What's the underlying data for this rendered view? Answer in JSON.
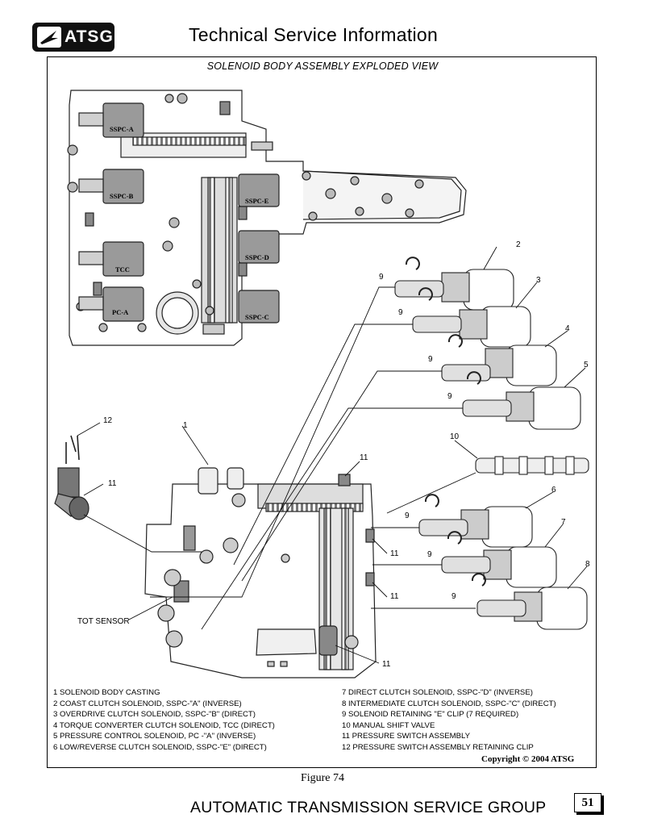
{
  "header": {
    "logo_text": "ATSG",
    "title": "Technical Service Information"
  },
  "figure_title": "SOLENOID BODY ASSEMBLY EXPLODED VIEW",
  "solenoid_labels": {
    "sspc_a": "SSPC-A",
    "sspc_b": "SSPC-B",
    "tcc": "TCC",
    "pc_a": "PC-A",
    "sspc_e": "SSPC-E",
    "sspc_d": "SSPC-D",
    "sspc_c": "SSPC-C"
  },
  "callouts": {
    "c1": "1",
    "c2": "2",
    "c3": "3",
    "c4": "4",
    "c5": "5",
    "c6": "6",
    "c7": "7",
    "c8": "8",
    "c9": "9",
    "c10": "10",
    "c11": "11",
    "c12": "12",
    "tot_sensor": "TOT SENSOR"
  },
  "legend_left": [
    "1  SOLENOID BODY CASTING",
    "2  COAST CLUTCH SOLENOID, SSPC-\"A\"  (INVERSE)",
    "3  OVERDRIVE CLUTCH SOLENOID, SSPC-\"B\"  (DIRECT)",
    "4  TORQUE CONVERTER CLUTCH SOLENOID, TCC  (DIRECT)",
    "5  PRESSURE CONTROL SOLENOID, PC -\"A\"  (INVERSE)",
    "6  LOW/REVERSE CLUTCH SOLENOID, SSPC-\"E\"  (DIRECT)"
  ],
  "legend_right": [
    "7  DIRECT CLUTCH SOLENOID, SSPC-\"D\"  (INVERSE)",
    "8  INTERMEDIATE CLUTCH SOLENOID, SSPC-\"C\"  (DIRECT)",
    "9  SOLENOID RETAINING \"E\" CLIP  (7 REQUIRED)",
    "10  MANUAL SHIFT VALVE",
    "11  PRESSURE SWITCH ASSEMBLY",
    "12  PRESSURE SWITCH ASSEMBLY RETAINING CLIP"
  ],
  "copyright": "Copyright © 2004 ATSG",
  "figure_caption": "Figure 74",
  "footer": {
    "org": "AUTOMATIC TRANSMISSION SERVICE GROUP",
    "page_number": "51"
  }
}
